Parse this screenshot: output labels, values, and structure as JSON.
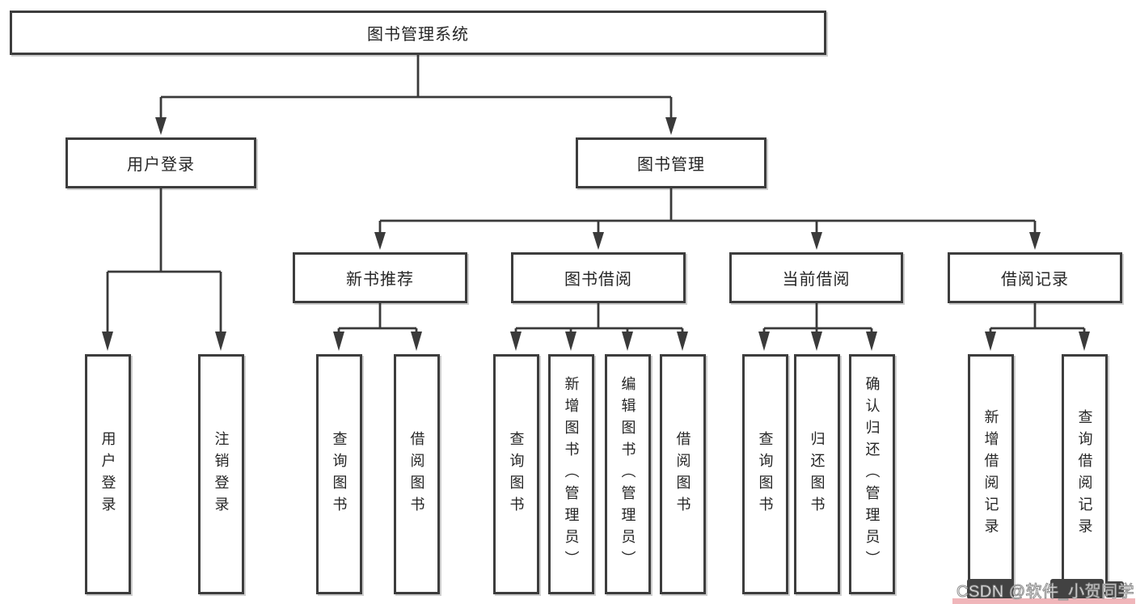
{
  "diagram": {
    "type": "hierarchy-tree",
    "title": "图书管理系统",
    "colors": {
      "background": "#ffffff",
      "line": "#3a3a3a",
      "box_border": "#3d3d3d",
      "text": "#262626",
      "watermark_chip": "#424242",
      "watermark_pink": "#f0b6ba"
    }
  },
  "nodes": {
    "root": {
      "label": "图书管理系统"
    },
    "user_login": {
      "label": "用户登录"
    },
    "book_mgmt": {
      "label": "图书管理"
    },
    "new_book_rec": {
      "label": "新书推荐"
    },
    "book_borrow": {
      "label": "图书借阅"
    },
    "current_borrow": {
      "label": "当前借阅"
    },
    "borrow_record": {
      "label": "借阅记录"
    },
    "leaf_user_login": {
      "label": "用户登录"
    },
    "leaf_logout": {
      "label": "注销登录"
    },
    "leaf_nb_query": {
      "label": "查询图书"
    },
    "leaf_nb_borrow": {
      "label": "借阅图书"
    },
    "leaf_bb_query": {
      "label": "查询图书"
    },
    "leaf_bb_add": {
      "label": "新增图书（管理员）"
    },
    "leaf_bb_edit": {
      "label": "编辑图书（管理员）"
    },
    "leaf_bb_borrow": {
      "label": "借阅图书"
    },
    "leaf_cb_query": {
      "label": "查询图书"
    },
    "leaf_cb_return": {
      "label": "归还图书"
    },
    "leaf_cb_confirm": {
      "label": "确认归还（管理员）"
    },
    "leaf_br_add": {
      "label": "新增借阅记录"
    },
    "leaf_br_query": {
      "label": "查询借阅记录"
    }
  },
  "tree": {
    "root": "图书管理系统",
    "children": [
      {
        "label": "用户登录",
        "children": [
          "用户登录",
          "注销登录"
        ]
      },
      {
        "label": "图书管理",
        "children": [
          {
            "label": "新书推荐",
            "children": [
              "查询图书",
              "借阅图书"
            ]
          },
          {
            "label": "图书借阅",
            "children": [
              "查询图书",
              "新增图书（管理员）",
              "编辑图书（管理员）",
              "借阅图书"
            ]
          },
          {
            "label": "当前借阅",
            "children": [
              "查询图书",
              "归还图书",
              "确认归还（管理员）"
            ]
          },
          {
            "label": "借阅记录",
            "children": [
              "新增借阅记录",
              "查询借阅记录"
            ]
          }
        ]
      }
    ]
  },
  "watermark": {
    "text": "CSDN @软件_小贺同学"
  }
}
